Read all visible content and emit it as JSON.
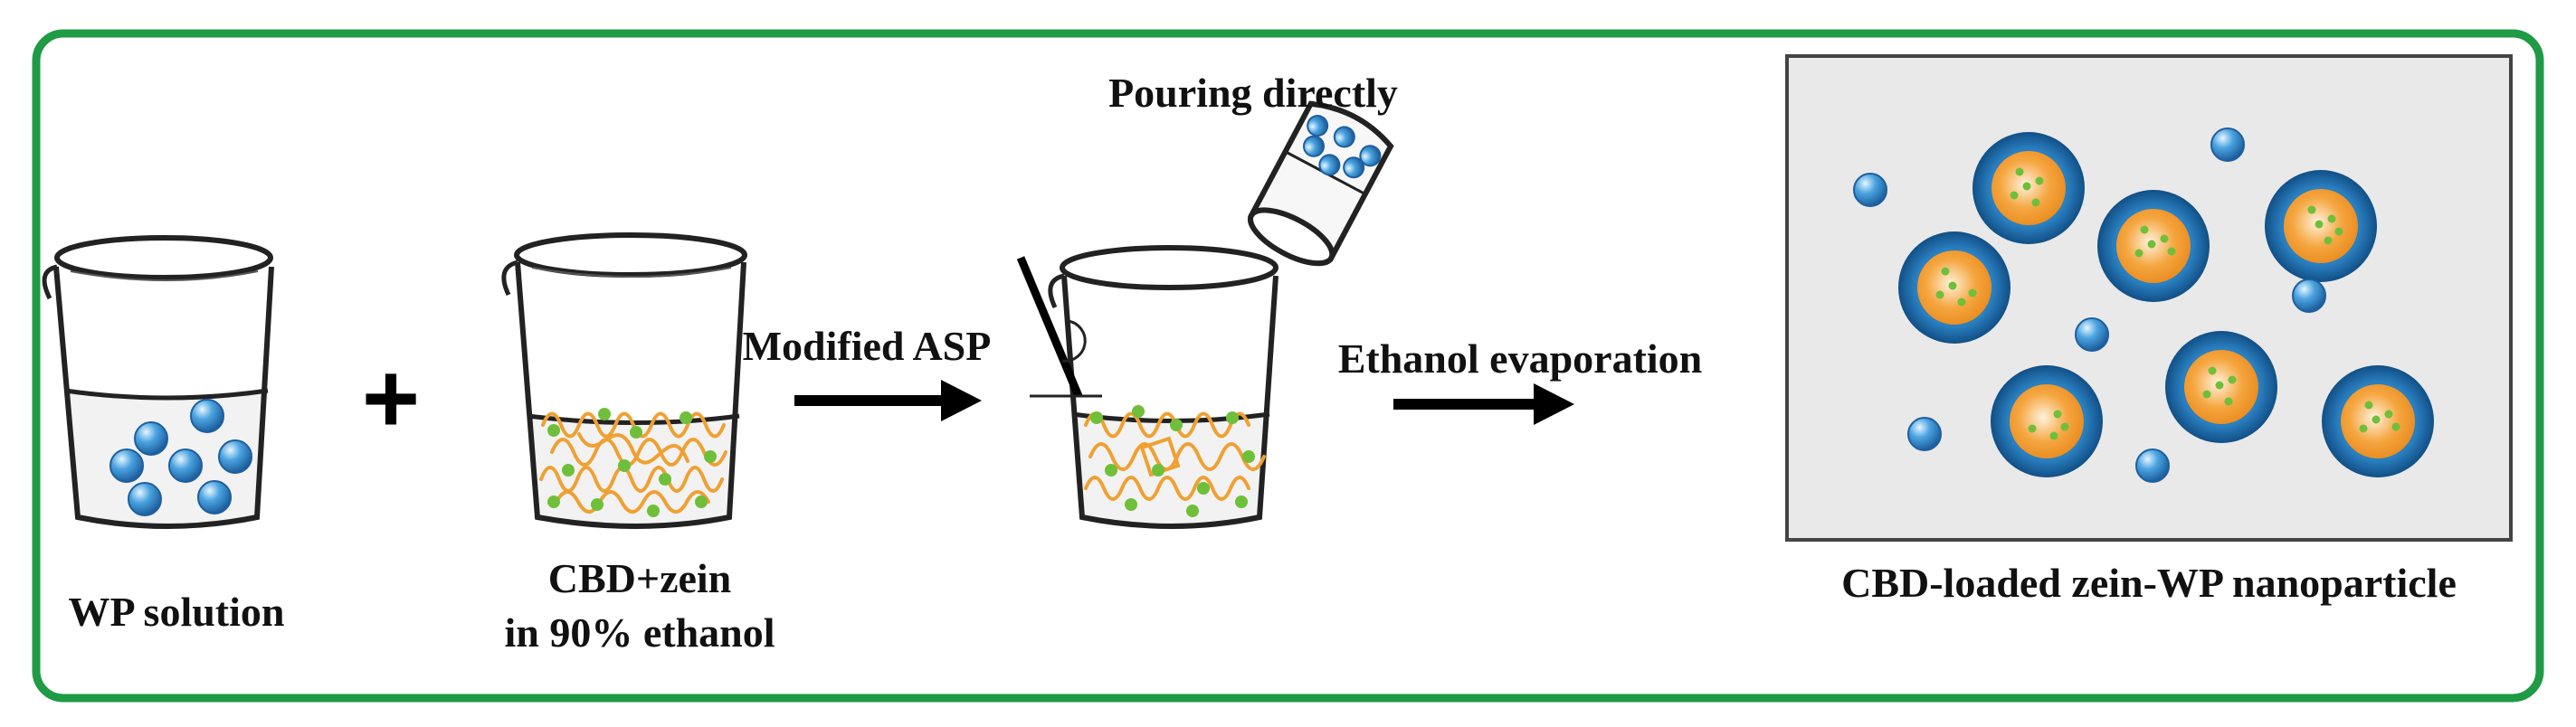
{
  "labels": {
    "wp_solution": "WP solution",
    "cbd_zein_line1": "CBD+zein",
    "cbd_zein_line2": "in 90% ethanol",
    "plus": "+",
    "modified_asp": "Modified ASP",
    "pouring_directly": "Pouring directly",
    "ethanol_evaporation": "Ethanol evaporation",
    "nanoparticle": "CBD-loaded zein-WP nanoparticle"
  },
  "colors": {
    "frame": "#1f9a45",
    "wp_sphere": "#2f86c8",
    "wp_sphere_light": "#bfe4fb",
    "zein_fiber": "#f0a032",
    "cbd_dot": "#6fbf3a",
    "shell": "#1f6fb2",
    "core": "#f29a2e",
    "panel_bg": "#e9e9e9"
  }
}
